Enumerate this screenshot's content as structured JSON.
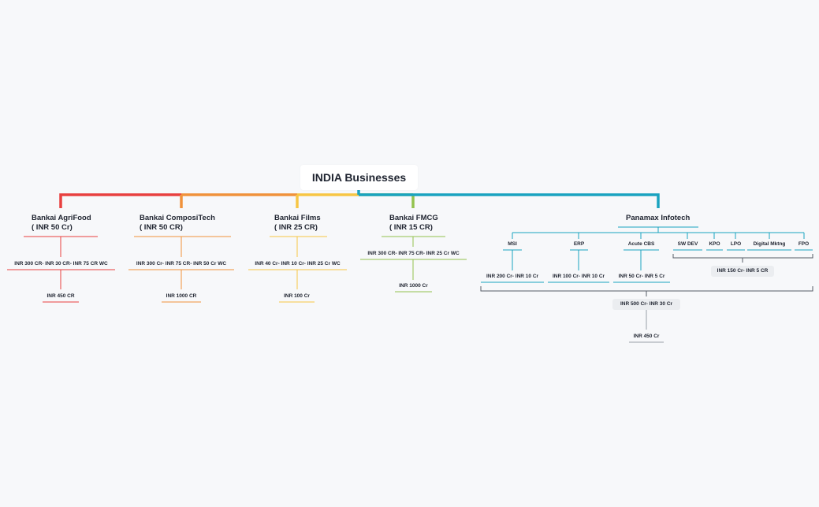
{
  "root": {
    "title": "INDIA Businesses"
  },
  "branches": [
    {
      "name": "Bankai AgriFood",
      "amount": "( INR 50 Cr)",
      "detail": "INR 300 CR- INR 30 CR- INR 75 CR WC",
      "total": "INR 450 CR",
      "color": "#e8403f"
    },
    {
      "name": "Bankai ComposiTech",
      "amount": "( INR 50 CR)",
      "detail": "INR 300 Cr- INR 75 CR- INR 50 Cr WC",
      "total": "INR 1000 CR",
      "color": "#f0923b"
    },
    {
      "name": "Bankai Films",
      "amount": "( INR 25 CR)",
      "detail": "INR 40 Cr- INR 10 Cr- INR 25 Cr WC",
      "total": "INR 100 Cr",
      "color": "#f7c644"
    },
    {
      "name": "Bankai FMCG",
      "amount": "( INR 15 CR)",
      "detail": "INR 300 CR- INR 75 CR- INR 25 Cr WC",
      "total": "INR 1000 Cr",
      "color": "#93c24e"
    }
  ],
  "panamax": {
    "name": "Panamax Infotech",
    "color": "#1aa3c0",
    "children": [
      {
        "label": "MSI",
        "value": "INR 200 Cr- INR 10 Cr"
      },
      {
        "label": "ERP",
        "value": "INR 100 Cr- INR 10 Cr"
      },
      {
        "label": "Acute CBS",
        "value": "INR 50 Cr- INR 5 Cr"
      },
      {
        "label": "SW DEV"
      },
      {
        "label": "KPO"
      },
      {
        "label": "LPO"
      },
      {
        "label": "Digital Mktng"
      },
      {
        "label": "FPO"
      }
    ],
    "group_summary": "INR 150 Cr- INR 5 CR",
    "overall_summary": "INR 500 Cr- INR 30 Cr",
    "overall_total": "INR 450 Cr"
  }
}
